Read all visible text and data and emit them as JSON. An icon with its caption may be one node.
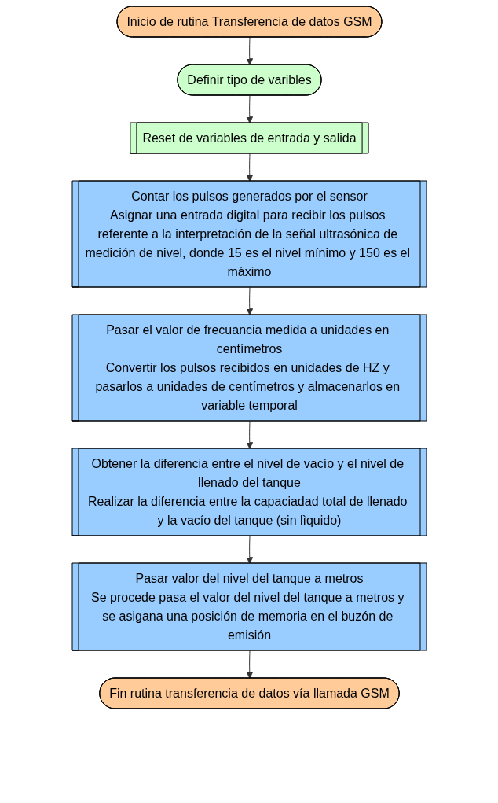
{
  "diagram": {
    "nodes": [
      {
        "text": [
          "Inicio de rutina Transferencia de datos GSM"
        ]
      },
      {
        "text": [
          "Definir tipo de varibles"
        ]
      },
      {
        "text": [
          "Reset de variables de entrada y salida"
        ]
      },
      {
        "text": [
          "Contar los pulsos generados por el sensor",
          "Asignar una entrada digital para recibir los pulsos referente a la interpretación de la señal ultrasónica de medición de nivel, donde 15 es el nivel mínimo y 150 es el máximo"
        ]
      },
      {
        "text": [
          "Pasar el valor de frecuancia medida a unidades en centímetros",
          "Convertir los pulsos recibidos en unidades de HZ y pasarlos a unidades de centímetros y almacenarlos en variable temporal"
        ]
      },
      {
        "text": [
          "Obtener la diferencia entre el nivel de vacío y el nivel de llenado del tanque",
          "Realizar la diferencia entre la capaciadad total de llenado y la vacío del tanque (sin lìquido)"
        ]
      },
      {
        "text": [
          "Pasar valor del nivel del tanque a metros",
          "Se procede pasa el valor del nivel del tanque a metros y se asigana una posición de memoria en el buzón de emisión"
        ]
      },
      {
        "text": [
          "Fin rutina transferencia de datos vía llamada GSM"
        ]
      }
    ],
    "edges": [
      {
        "from": 0,
        "to": 1,
        "arrow": "to"
      },
      {
        "from": 1,
        "to": 2,
        "arrow": "to"
      },
      {
        "from": 2,
        "to": 3,
        "arrow": "to"
      },
      {
        "from": 3,
        "to": 4,
        "arrow": "to"
      },
      {
        "from": 4,
        "to": 5,
        "arrow": "to"
      },
      {
        "from": 5,
        "to": 6,
        "arrow": "to"
      },
      {
        "from": 6,
        "to": 7,
        "arrow": "to"
      }
    ]
  }
}
